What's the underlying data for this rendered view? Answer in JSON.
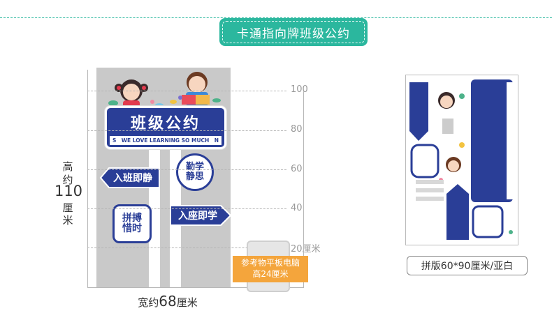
{
  "header": {
    "title": "卡通指向牌班级公约"
  },
  "main_sign": {
    "title": "班级公约",
    "subtitle": "WE LOVE LEARNING SO MUCH",
    "left_letter": "S",
    "right_letter": "N"
  },
  "signs": {
    "left_arrow": "入班即静",
    "round_top": "勤学\n静思",
    "right_arrow": "入座即学",
    "square": "拼搏\n惜时"
  },
  "scale": {
    "ticks": [
      "100",
      "80",
      "60",
      "40",
      "20厘米"
    ],
    "height_label_a": "高",
    "height_label_b": "约",
    "height_value": "110",
    "height_unit_a": "厘",
    "height_unit_b": "米",
    "width_prefix": "宽约",
    "width_value": "68",
    "width_unit": "厘米"
  },
  "reference": {
    "line1": "参考物平板电脑",
    "line2": "高24厘米"
  },
  "board": {
    "caption": "拼版60*90厘米/亚白"
  },
  "colors": {
    "brand_blue": "#2a3e97",
    "accent_teal": "#2bb79e",
    "orange": "#f4a53c"
  }
}
